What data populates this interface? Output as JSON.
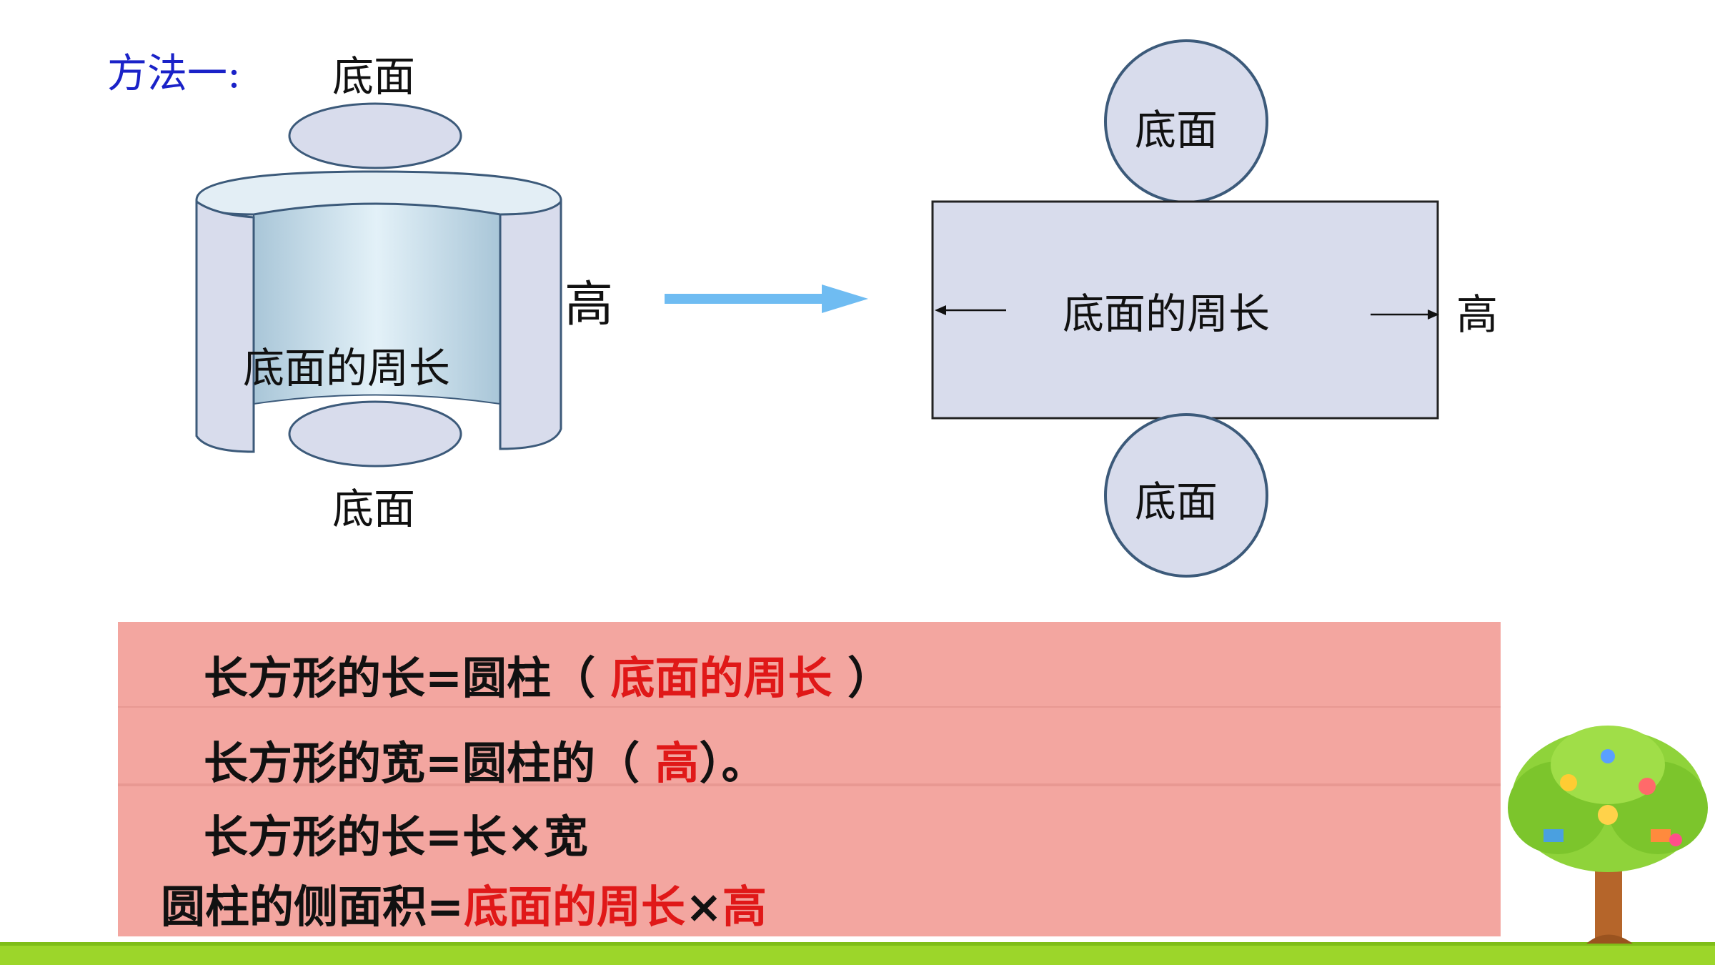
{
  "method": "方法一:",
  "left": {
    "top_base": "底面",
    "bottom_base": "底面",
    "side_label": "底面的周长",
    "height": "高"
  },
  "right": {
    "top_circle": "底面",
    "bottom_circle": "底面",
    "rect_label": "底面的周长",
    "height": "高"
  },
  "formulas": {
    "line1_pre": "长方形的长=圆柱（ ",
    "line1_ans": "底面的周长",
    "line1_post": " ）",
    "line2_pre": "长方形的宽=圆柱的（  ",
    "line2_ans": "高",
    "line2_post": "）。",
    "line3": "长方形的长=长×宽",
    "line4_pre": "圆柱的侧面积=",
    "line4_a": "底面的周长",
    "line4_x": "×",
    "line4_b": "高"
  },
  "colors": {
    "method": "#1a22c8",
    "answer": "#e01818",
    "panel": "#f3a6a0",
    "shape_fill": "#d8dcec",
    "shape_stroke": "#3c5a7a",
    "arrow": "#6fbcf2",
    "ground": "#9cd62a"
  },
  "icons": [
    "arrow-right-icon",
    "tree-icon"
  ]
}
